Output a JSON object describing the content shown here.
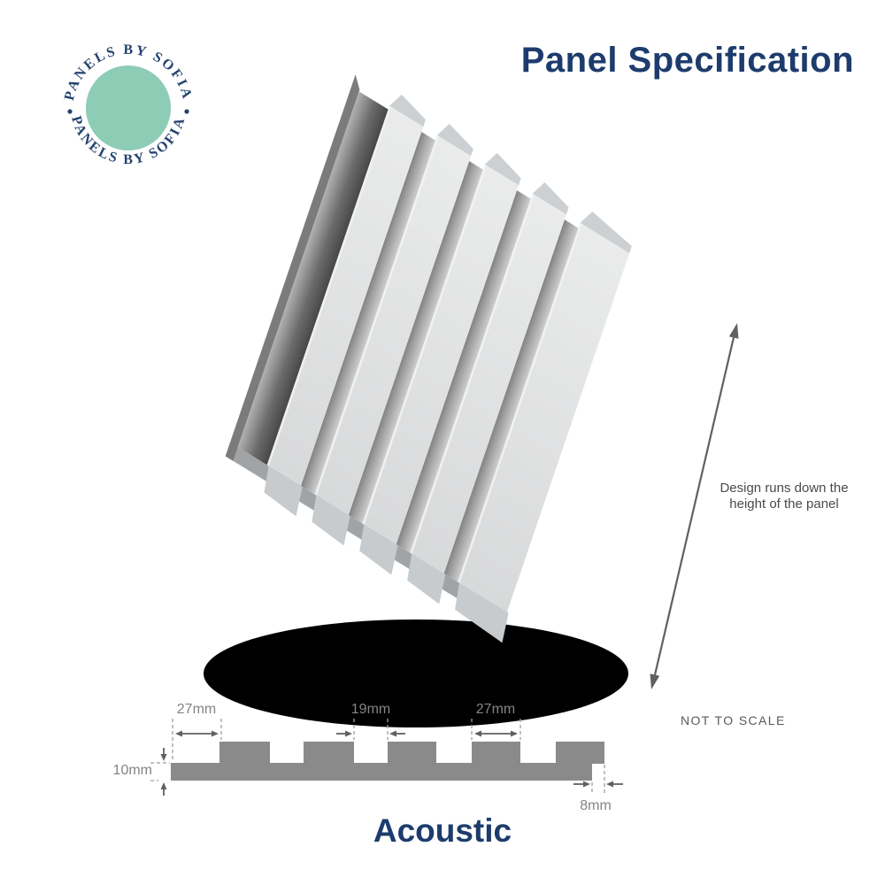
{
  "brand": {
    "ring_text_top": "PANELS BY SOFIA",
    "ring_text_bottom": "PANELS BY SOFIA",
    "circle_color": "#8dccb5",
    "text_color": "#24426f"
  },
  "header": {
    "title": "Panel Specification",
    "title_color": "#1d3c6d"
  },
  "panel_note": {
    "text": "Design runs down the height of the panel"
  },
  "scale_note": {
    "text": "NOT TO SCALE"
  },
  "dimensions": {
    "left_gap": "27mm",
    "groove_width": "19mm",
    "slat_width": "27mm",
    "panel_thickness": "10mm",
    "edge_step": "8mm"
  },
  "product": {
    "name": "Acoustic"
  }
}
